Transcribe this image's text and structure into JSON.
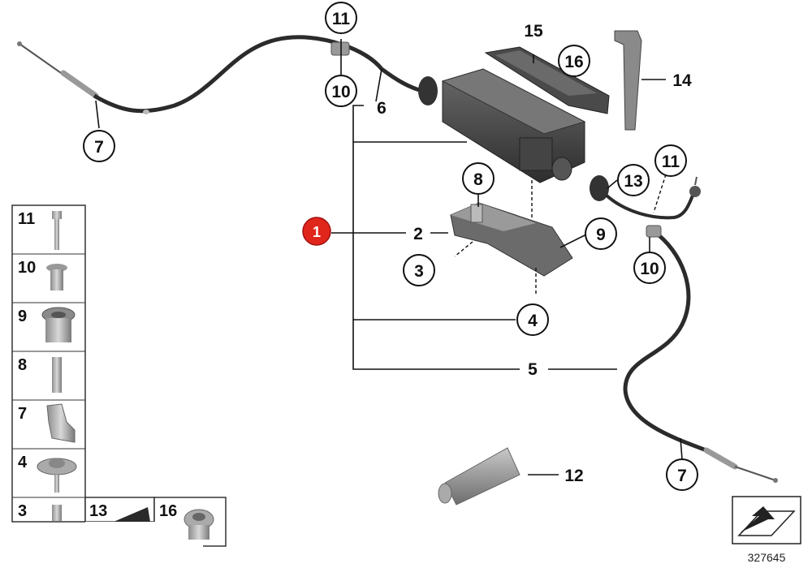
{
  "callouts": {
    "c11a": "11",
    "c10a": "10",
    "c6": "6",
    "c7a": "7",
    "c15": "15",
    "c16": "16",
    "c14": "14",
    "c11b": "11",
    "c13": "13",
    "c8": "8",
    "c1": "1",
    "c2": "2",
    "c9": "9",
    "c3": "3",
    "c10b": "10",
    "c4": "4",
    "c5": "5",
    "c7b": "7",
    "c12": "12"
  },
  "legend": [
    "11",
    "10",
    "9",
    "8",
    "7",
    "4",
    "3",
    "13",
    "16"
  ],
  "diagram_id": "327645",
  "colors": {
    "highlight": "#e0261b",
    "line": "#111111",
    "part_dark": "#3c3c3c",
    "part_mid": "#8a8a8a",
    "part_light": "#bdbdbd"
  }
}
